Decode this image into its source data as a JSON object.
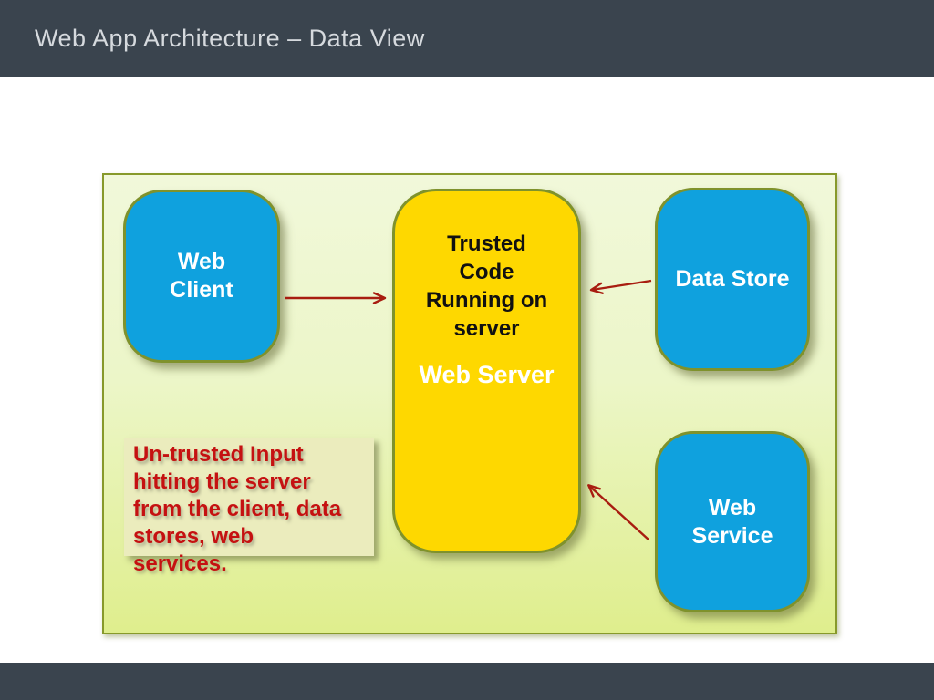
{
  "slide": {
    "title": "Web App Architecture – Data View",
    "colors": {
      "header_bg": "#3a444e",
      "title_text": "#d6dade",
      "panel_border": "#87992b",
      "panel_gradient_top": "#f1f8da",
      "panel_gradient_bottom": "#dfee8d",
      "node_blue": "#0fa1de",
      "node_yellow": "#fed800",
      "node_border_olive": "#7f922c",
      "arrow_red": "#a81d10",
      "note_bg": "#ebecbd",
      "note_text_red": "#c51111"
    }
  },
  "diagram": {
    "nodes": {
      "web_client": {
        "lines": [
          "Web",
          "Client"
        ]
      },
      "web_server": {
        "body_lines": [
          "Trusted",
          "Code",
          "Running on",
          "server"
        ],
        "caption": "Web Server"
      },
      "data_store": {
        "label": "Data Store"
      },
      "web_service": {
        "lines": [
          "Web",
          "Service"
        ]
      }
    },
    "edges": [
      {
        "from": "web-client",
        "to": "web-server"
      },
      {
        "from": "data-store",
        "to": "web-server"
      },
      {
        "from": "web-service",
        "to": "web-server"
      }
    ],
    "note_lines": [
      "Un-trusted Input",
      "hitting the server",
      "from the client, data",
      "stores, web",
      "services."
    ]
  }
}
